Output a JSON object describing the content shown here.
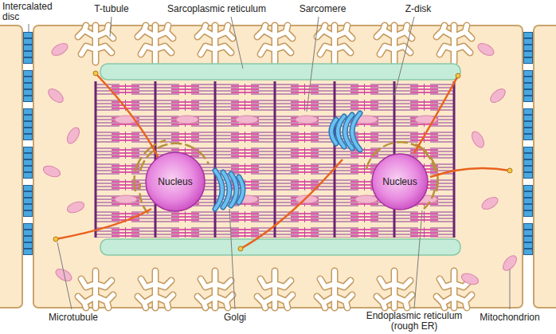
{
  "diagram": {
    "nodes": [
      {
        "text": [
          "Nucleus"
        ]
      },
      {
        "text": [
          "Nucleus"
        ]
      }
    ],
    "labels": [
      "Intercalated disc",
      "T-tubule",
      "Sarcoplasmic reticulum",
      "Sarcomere",
      "Z-disk",
      "Microtubule",
      "Golgi",
      "Endoplasmic reticulum (rough ER)",
      "Mitochondrion"
    ]
  }
}
